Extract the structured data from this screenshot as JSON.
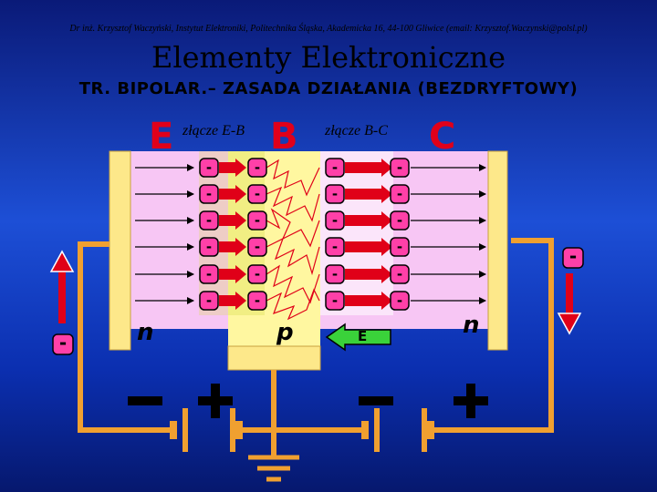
{
  "header": {
    "author_line": "Dr inż. Krzysztof Waczyński, Instytut Elektroniki, Politechnika Śląska, Akademicka 16, 44-100 Gliwice (email: Krzysztof.Waczynski@polsl.pl)",
    "title": "Elementy Elektroniczne",
    "subtitle": "TR. BIPOLAR.– ZASADA DZIAŁANIA (BEZDRYFTOWY)"
  },
  "terminals": {
    "emitter": "E",
    "base": "B",
    "collector": "C"
  },
  "junctions": {
    "emitter_base": "złącze E-B",
    "base_collector": "złącze B-C"
  },
  "regions": {
    "emitter": "n",
    "base": "p",
    "collector": "n"
  },
  "field_label": "E",
  "charges": {
    "electron": "-",
    "minus": "−",
    "plus": "+"
  },
  "colors": {
    "background": "#1d4fd6",
    "emitter_region": "#f7c6f4",
    "base_region": "#fff7a0",
    "collector_region": "#f7c6f4",
    "wire": "#f0a030",
    "electron_fill": "#ff40a8",
    "arrow_red": "#e00018",
    "label_red": "#e0001a"
  }
}
